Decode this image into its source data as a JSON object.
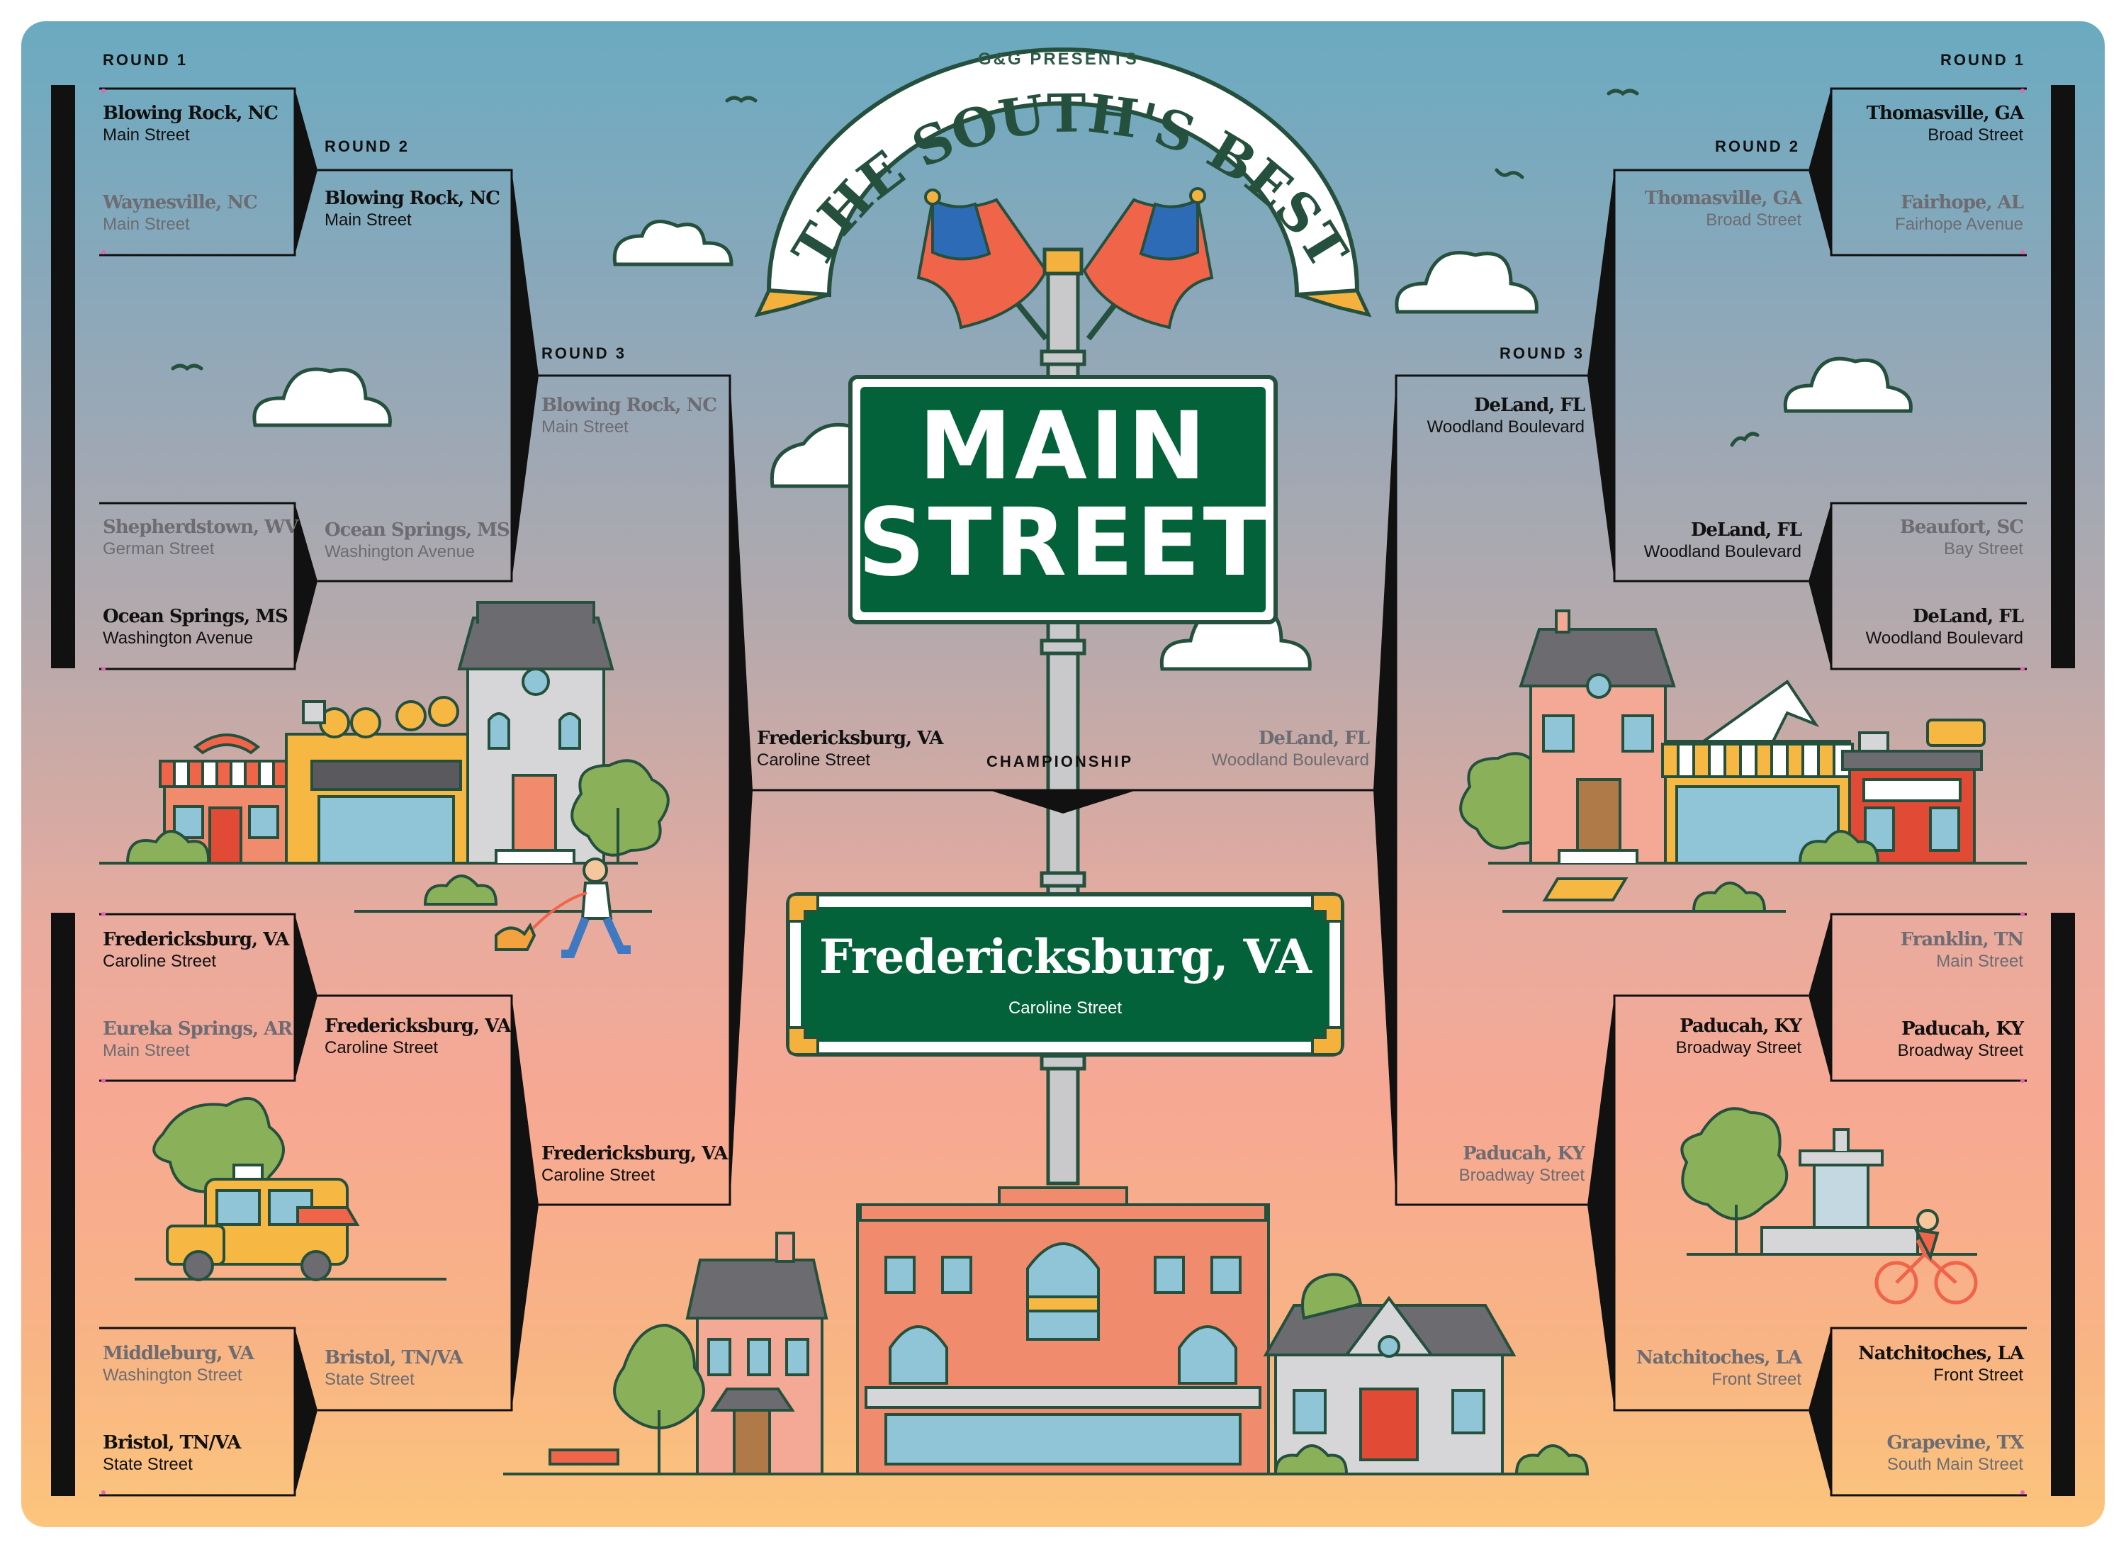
{
  "presents": "G&G PRESENTS",
  "title_arc": "THE SOUTH'S BEST",
  "sign": {
    "line1": "MAIN",
    "line2": "STREET"
  },
  "championship": {
    "label": "CHAMPIONSHIP",
    "winner": {
      "city": "Fredericksburg, VA",
      "street": "Caroline Street"
    }
  },
  "rounds": {
    "r1": "ROUND 1",
    "r2": "ROUND 2",
    "r3": "ROUND 3"
  },
  "left": {
    "round1": [
      {
        "city": "Blowing Rock, NC",
        "street": "Main Street",
        "winner": true
      },
      {
        "city": "Waynesville, NC",
        "street": "Main Street",
        "winner": false
      },
      {
        "city": "Shepherdstown, WV",
        "street": "German Street",
        "winner": false
      },
      {
        "city": "Ocean Springs, MS",
        "street": "Washington Avenue",
        "winner": true
      },
      {
        "city": "Fredericksburg, VA",
        "street": "Caroline Street",
        "winner": true
      },
      {
        "city": "Eureka Springs, AR",
        "street": "Main Street",
        "winner": false
      },
      {
        "city": "Middleburg, VA",
        "street": "Washington Street",
        "winner": false
      },
      {
        "city": "Bristol, TN/VA",
        "street": "State Street",
        "winner": true
      }
    ],
    "round2": [
      {
        "city": "Blowing Rock, NC",
        "street": "Main Street",
        "winner": true
      },
      {
        "city": "Ocean Springs, MS",
        "street": "Washington Avenue",
        "winner": false
      },
      {
        "city": "Fredericksburg, VA",
        "street": "Caroline Street",
        "winner": true
      },
      {
        "city": "Bristol, TN/VA",
        "street": "State Street",
        "winner": false
      }
    ],
    "round3": [
      {
        "city": "Blowing Rock, NC",
        "street": "Main Street",
        "winner": false
      },
      {
        "city": "Fredericksburg, VA",
        "street": "Caroline Street",
        "winner": true
      }
    ],
    "final": {
      "city": "Fredericksburg, VA",
      "street": "Caroline Street",
      "winner": true
    }
  },
  "right": {
    "round1": [
      {
        "city": "Thomasville, GA",
        "street": "Broad Street",
        "winner": true
      },
      {
        "city": "Fairhope, AL",
        "street": "Fairhope Avenue",
        "winner": false
      },
      {
        "city": "Beaufort, SC",
        "street": "Bay Street",
        "winner": false
      },
      {
        "city": "DeLand, FL",
        "street": "Woodland Boulevard",
        "winner": true
      },
      {
        "city": "Franklin, TN",
        "street": "Main Street",
        "winner": false
      },
      {
        "city": "Paducah, KY",
        "street": "Broadway Street",
        "winner": true
      },
      {
        "city": "Natchitoches, LA",
        "street": "Front Street",
        "winner": true
      },
      {
        "city": "Grapevine, TX",
        "street": "South Main Street",
        "winner": false
      }
    ],
    "round2": [
      {
        "city": "Thomasville, GA",
        "street": "Broad Street",
        "winner": false
      },
      {
        "city": "DeLand, FL",
        "street": "Woodland Boulevard",
        "winner": true
      },
      {
        "city": "Paducah, KY",
        "street": "Broadway Street",
        "winner": true
      },
      {
        "city": "Natchitoches, LA",
        "street": "Front Street",
        "winner": false
      }
    ],
    "round3": [
      {
        "city": "DeLand, FL",
        "street": "Woodland Boulevard",
        "winner": true
      },
      {
        "city": "Paducah, KY",
        "street": "Broadway Street",
        "winner": false
      }
    ],
    "final": {
      "city": "DeLand, FL",
      "street": "Woodland Boulevard",
      "winner": false
    }
  },
  "colors": {
    "sign_green": "#036239",
    "bracket_line": "#111111",
    "winner_text": "#111111",
    "loser_text": "#6c6c72",
    "pole_gray": "#c9c9cb",
    "cap_gold": "#f4b13e"
  }
}
